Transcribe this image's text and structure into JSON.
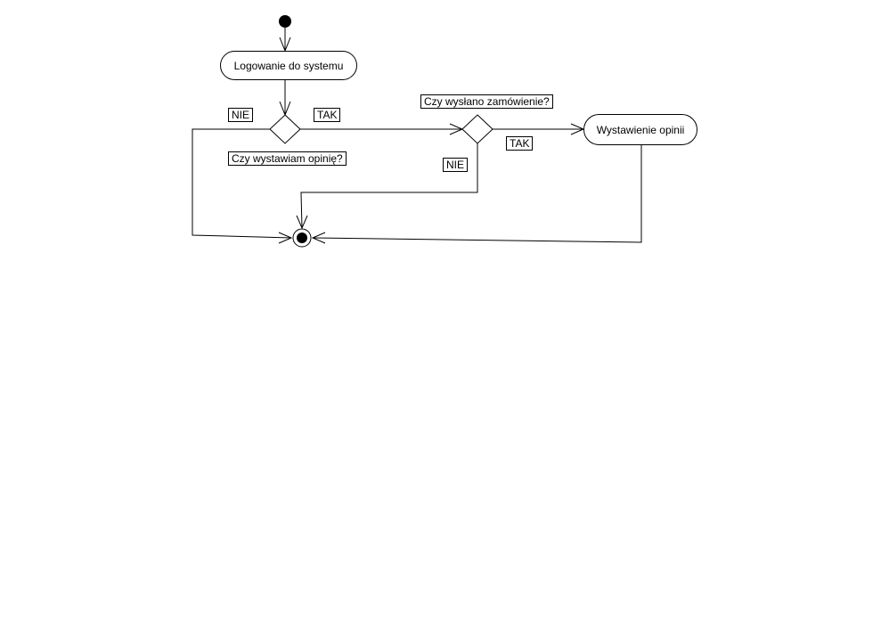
{
  "diagram": {
    "activities": {
      "login": "Logowanie do systemu",
      "review": "Wystawienie opinii"
    },
    "decisions": {
      "give_review_question": "Czy wystawiam opinię?",
      "order_sent_question": "Czy wysłano zamówienie?"
    },
    "guards": {
      "no_1": "NIE",
      "yes_1": "TAK",
      "no_2": "NIE",
      "yes_2": "TAK"
    },
    "colors": {
      "stroke": "#000000",
      "background": "#ffffff"
    }
  }
}
